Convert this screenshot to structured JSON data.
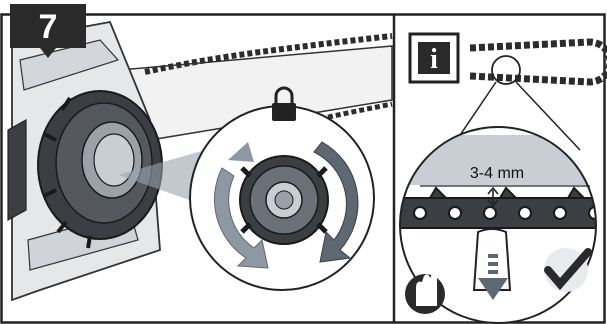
{
  "step": {
    "number": "7"
  },
  "left_panel": {
    "lock_icon": "lock-icon",
    "rotation": "arrows-both-directions"
  },
  "right_panel": {
    "info_icon_letter": "i",
    "gap_measurement": "3-4 mm",
    "glove_icon": "protective-gloves-icon",
    "check_icon": "checkmark-icon",
    "push_arrow": "down-arrow-icon"
  },
  "colors": {
    "badge": "#2a2a2a",
    "line": "#222222",
    "shading": "#9aa3ad",
    "dark_part": "#3b3e42",
    "mid_part": "#6c7179",
    "light_part": "#c9ced4",
    "arrow_fill": "#5d6873"
  }
}
